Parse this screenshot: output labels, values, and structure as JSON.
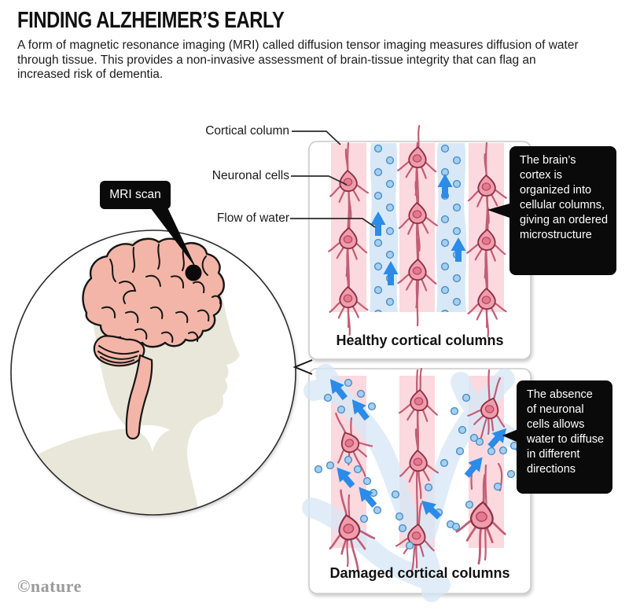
{
  "header": {
    "title": "FINDING ALZHEIMER’S EARLY",
    "intro": "A form of magnetic resonance imaging (MRI) called diffusion tensor imaging measures diffusion of water through tissue. This provides a non-invasive assessment of brain-tissue integrity that can flag an increased risk of dementia."
  },
  "diagram": {
    "labels": {
      "cortical": "Cortical column",
      "neuronal": "Neuronal cells",
      "flow": "Flow of water"
    },
    "mri_tag": "MRI scan",
    "healthy": {
      "caption": "Healthy cortical columns",
      "callout": "The brain’s cortex is organized into cellular columns, giving an ordered microstructure"
    },
    "damaged": {
      "caption": "Damaged cortical columns",
      "callout": "The absence of neuronal cells allows water to diffuse in different directions"
    }
  },
  "footer": {
    "credit": "©nature"
  },
  "colors": {
    "arrow_blue": "#2b8be8",
    "stripe_pink": "#fbd9de",
    "stripe_blue": "#d8e8f7",
    "dot_fill": "#a5cfee",
    "dot_stroke": "#4b8ec7",
    "neuron_body": "#ef9cab",
    "neuron_outline": "#8e2f47",
    "brain": "#f3b5a7",
    "silhouette": "#e8e7d9",
    "callout_bg": "#0a0a0a"
  }
}
